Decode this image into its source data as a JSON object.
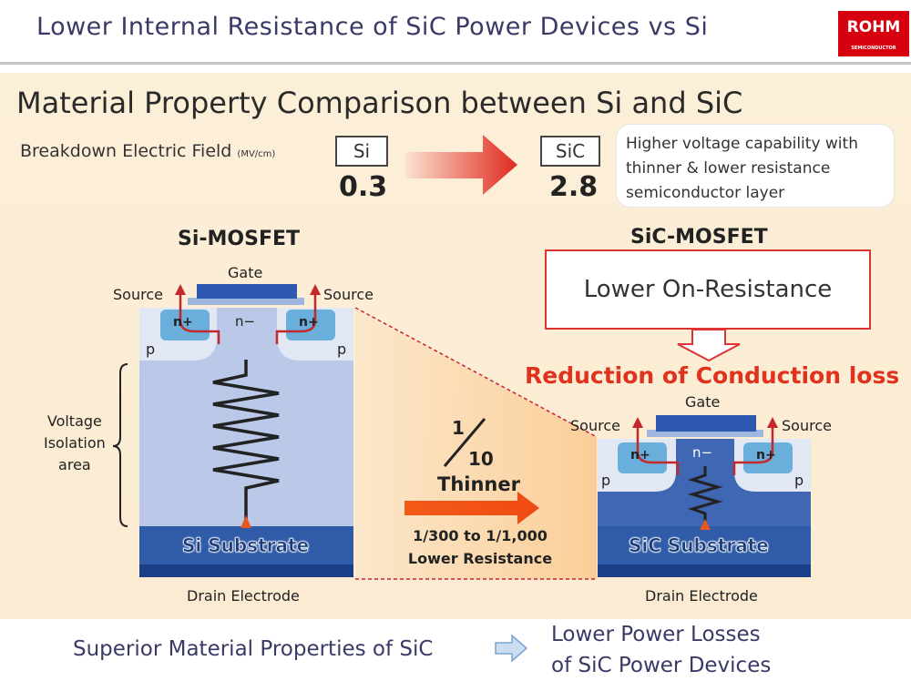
{
  "header": {
    "title": "Lower Internal Resistance of SiC Power Devices vs Si",
    "logo": "ROHM",
    "logo_sub": "SEMICONDUCTOR"
  },
  "section_title": "Material Property Comparison between Si and SiC",
  "breakdown": {
    "label": "Breakdown Electric Field",
    "unit": "(MV/cm)",
    "si_label": "Si",
    "si_value": "0.3",
    "sic_label": "SiC",
    "sic_value": "2.8",
    "callout": [
      "Higher voltage capability with",
      "thinner & lower resistance",
      "semiconductor layer"
    ]
  },
  "si_mosfet": {
    "title": "Si-MOSFET",
    "gate": "Gate",
    "source_left": "Source",
    "source_right": "Source",
    "n_plus": "n+",
    "n_minus": "n−",
    "p": "p",
    "substrate": "Si Substrate",
    "drain": "Drain Electrode",
    "voltage_area": [
      "Voltage",
      "Isolation",
      "area"
    ]
  },
  "sic_mosfet": {
    "title": "SiC-MOSFET",
    "gate": "Gate",
    "source_left": "Source",
    "source_right": "Source",
    "n_plus": "n+",
    "n_minus": "n−",
    "p": "p",
    "substrate": "SiC Substrate",
    "drain": "Drain Electrode"
  },
  "middle": {
    "fraction_num": "1",
    "fraction_den": "10",
    "thinner": "Thinner",
    "resistance": [
      "1/300 to 1/1,000",
      "Lower Resistance"
    ]
  },
  "lower_on_resistance": "Lower On-Resistance",
  "reduction": "Reduction of Conduction loss",
  "bottom": {
    "left": "Superior Material Properties of SiC",
    "right": [
      "Lower Power Losses",
      "of SiC Power Devices"
    ]
  },
  "colors": {
    "accent_red": "#e0321c",
    "logo_red": "#d7000f",
    "substrate_blue": "#2e5aa8",
    "drift_blue": "#b8c8e6"
  }
}
